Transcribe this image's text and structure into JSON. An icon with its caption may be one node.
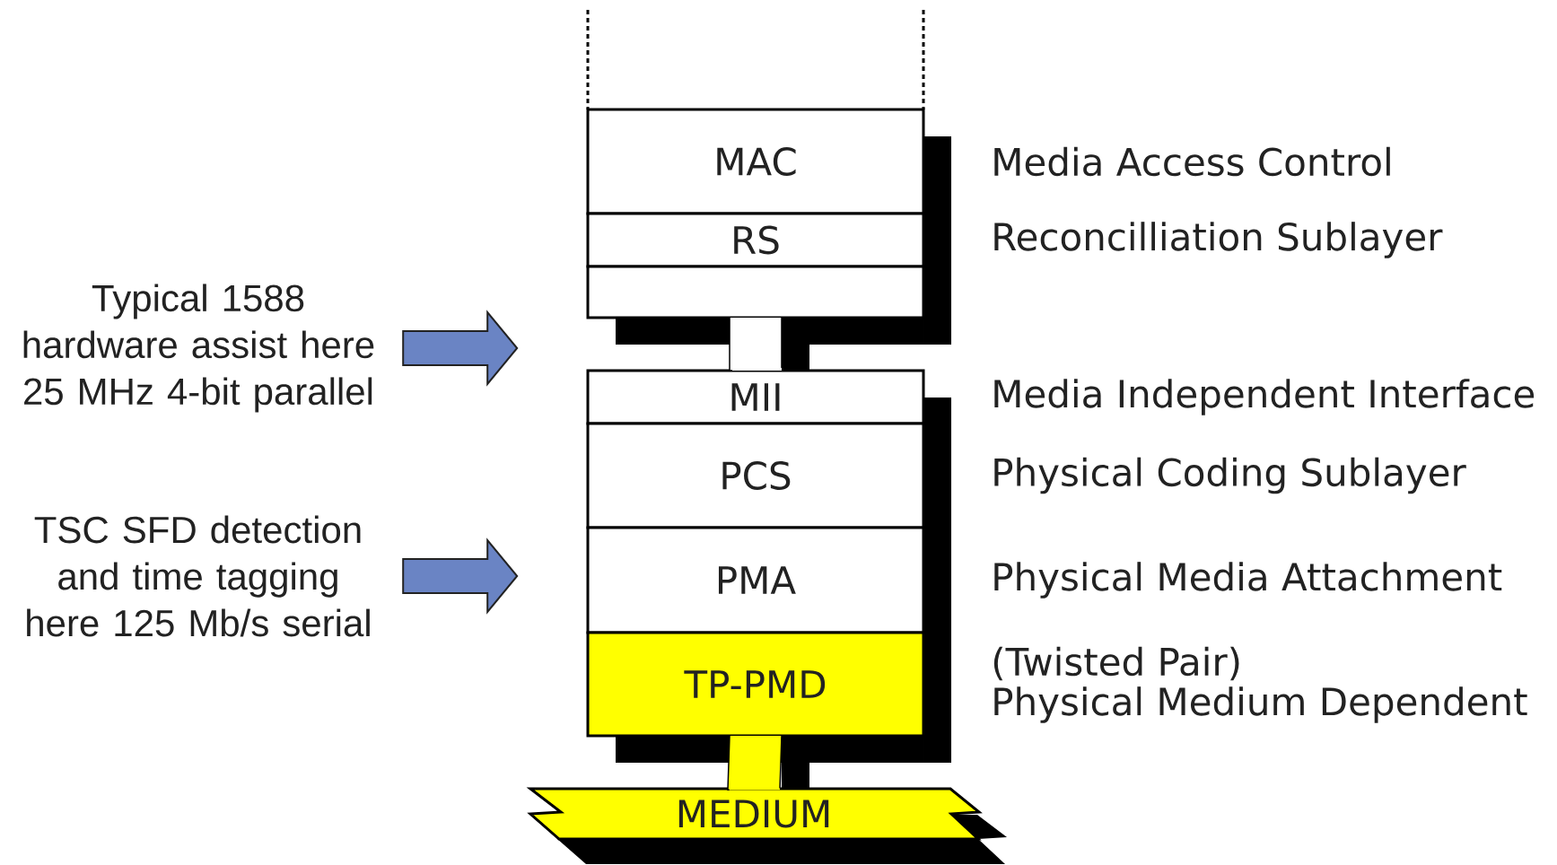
{
  "diagram": {
    "nodes": [
      {
        "text": [
          "Typical 1588 hardware assist here 25 MHz 4-bit parallel"
        ]
      },
      {
        "text": [
          "TSC SFD detection and time tagging here 125 Mb/s serial"
        ]
      },
      {
        "text": [
          "MAC"
        ],
        "beside": [
          "Media Access Control"
        ]
      },
      {
        "text": [
          "RS"
        ],
        "beside": [
          "Reconcilliation Sublayer"
        ]
      },
      {
        "text": [],
        "shape": "box"
      },
      {
        "text": [
          "MII"
        ],
        "beside": [
          "Media Independent Interface"
        ]
      },
      {
        "text": [
          "PCS"
        ],
        "beside": [
          "Physical Coding Sublayer"
        ]
      },
      {
        "text": [
          "PMA"
        ],
        "beside": [
          "Physical Media Attachment"
        ]
      },
      {
        "text": [
          "TP-PMD"
        ],
        "beside": [
          "(Twisted Pair)",
          "Physical Medium Dependent"
        ]
      },
      {
        "text": [
          "MEDIUM"
        ]
      }
    ],
    "edges": [
      {
        "from": 0,
        "to": null,
        "arrow": "to"
      },
      {
        "from": 1,
        "to": null,
        "arrow": "to"
      },
      {
        "from": 4,
        "to": 5,
        "arrow": "none"
      },
      {
        "from": 8,
        "to": 9,
        "arrow": "none"
      }
    ]
  }
}
